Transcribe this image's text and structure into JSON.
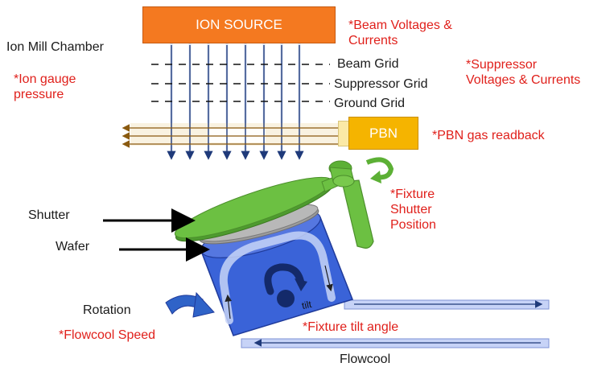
{
  "ion_source": {
    "label": "ION SOURCE"
  },
  "chamber_label": "Ion Mill Chamber",
  "grids": {
    "beam": "Beam Grid",
    "suppressor": "Suppressor Grid",
    "ground": "Ground Grid"
  },
  "pbn": {
    "label": "PBN"
  },
  "parts": {
    "shutter": "Shutter",
    "wafer": "Wafer",
    "rotation": "Rotation",
    "flowcool": "Flowcool",
    "tilt": "tilt"
  },
  "readouts": {
    "beam_voltages": [
      "*Beam Voltages &",
      "Currents"
    ],
    "ion_gauge": [
      "*Ion gauge",
      "pressure"
    ],
    "suppressor": [
      "*Suppressor",
      "Voltages & Currents"
    ],
    "pbn_gas": "*PBN gas readback",
    "fixture_shutter": [
      "*Fixture",
      "Shutter",
      "Position"
    ],
    "flowcool_speed": "*Flowcool Speed",
    "fixture_tilt": "*Fixture tilt angle"
  },
  "colors": {
    "ion_source": "#f47920",
    "pbn": "#f5b400",
    "beam_arrows": "#1f3a7a",
    "annotation_red": "#e0201b",
    "fixture_blue": "#3a63d8",
    "shutter_green": "#6cc042",
    "wafer_gray": "#a9a9a9",
    "flowcool_pipe": "#c7d3f7"
  }
}
